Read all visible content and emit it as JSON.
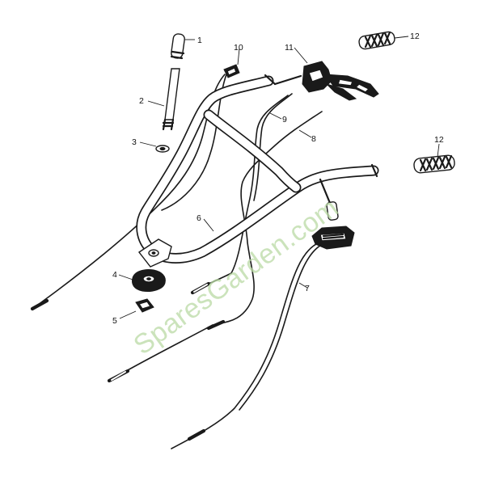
{
  "watermark": {
    "text": "SparesGarden.com",
    "color": "#b9d9a4"
  },
  "callouts": [
    {
      "number": "1",
      "part": "handle grip"
    },
    {
      "number": "2",
      "part": "lever rod"
    },
    {
      "number": "3",
      "part": "washer"
    },
    {
      "number": "4",
      "part": "handle adjustment knob"
    },
    {
      "number": "5",
      "part": "clip"
    },
    {
      "number": "6",
      "part": "handlebar"
    },
    {
      "number": "7",
      "part": "throttle cable"
    },
    {
      "number": "8",
      "part": "cable"
    },
    {
      "number": "9",
      "part": "cable"
    },
    {
      "number": "10",
      "part": "cable clip"
    },
    {
      "number": "11",
      "part": "control lever assembly"
    },
    {
      "number": "12",
      "part": "handle grip"
    },
    {
      "number": "12",
      "part": "handle grip"
    }
  ],
  "colors": {
    "line": "#1a1a1a",
    "background": "#ffffff"
  }
}
